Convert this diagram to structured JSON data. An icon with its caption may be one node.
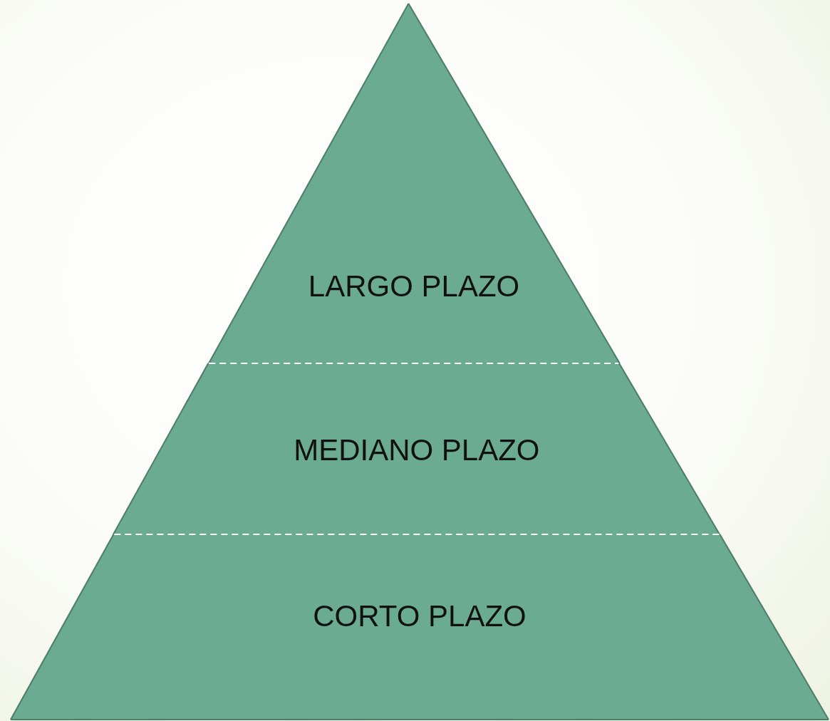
{
  "diagram": {
    "nodes": [
      {
        "text": [
          "LARGO PLAZO"
        ]
      },
      {
        "text": [
          "MEDIANO PLAZO"
        ]
      },
      {
        "text": [
          "CORTO PLAZO"
        ]
      }
    ]
  }
}
